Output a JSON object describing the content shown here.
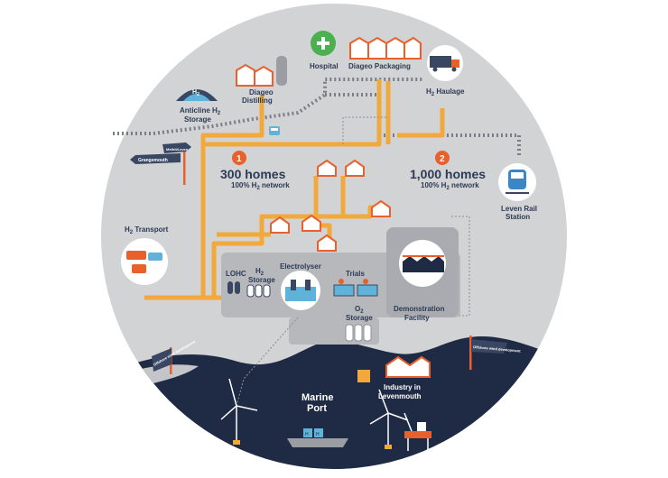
{
  "colors": {
    "background_circle": "#d2d3d5",
    "sea": "#1f2a44",
    "pipeline": "#f2a93b",
    "accent": "#e8602c",
    "text": "#2c3a55",
    "rail": "#7a7d83"
  },
  "labels": {
    "hospital": "Hospital",
    "diageo_packaging": "Diageo Packaging",
    "diageo_distilling_1": "Diageo",
    "diageo_distilling_2": "Distilling",
    "anticline_1": "Anticline H",
    "anticline_sub": "2",
    "anticline_2": "Storage",
    "h2_dome": "H",
    "h2_dome_sub": "2",
    "haulage": "H",
    "haulage_sub": "2",
    "haulage_rest": " Haulage",
    "sign_methil": "Methil/Leven",
    "sign_grangemouth": "Grangemouth",
    "num1": "1",
    "num2": "2",
    "homes_300": "300 homes",
    "network_300": "100% H",
    "network_300_sub": "2",
    "network_300_rest": " network",
    "homes_1000": "1,000 homes",
    "network_1000": "100% H",
    "network_1000_sub": "2",
    "network_1000_rest": " network",
    "leven_rail_1": "Leven Rail",
    "leven_rail_2": "Station",
    "transport": "H",
    "transport_sub": "2",
    "transport_rest": " Transport",
    "lohc": "LOHC",
    "h2_storage_1": "H",
    "h2_storage_sub": "2",
    "h2_storage_2": "Storage",
    "electrolyser": "Electrolyser",
    "trials": "Trials",
    "o2_storage_1": "O",
    "o2_storage_sub": "2",
    "o2_storage_2": "Storage",
    "demo_1": "Demonstration",
    "demo_2": "Facility",
    "offshore_left": "Offshore wind development",
    "offshore_right": "Offshore wind development",
    "marine_1": "Marine",
    "marine_2": "Port",
    "industry_1": "Industry in",
    "industry_2": "Levenmouth",
    "container_1": "H",
    "container_2": "H"
  }
}
